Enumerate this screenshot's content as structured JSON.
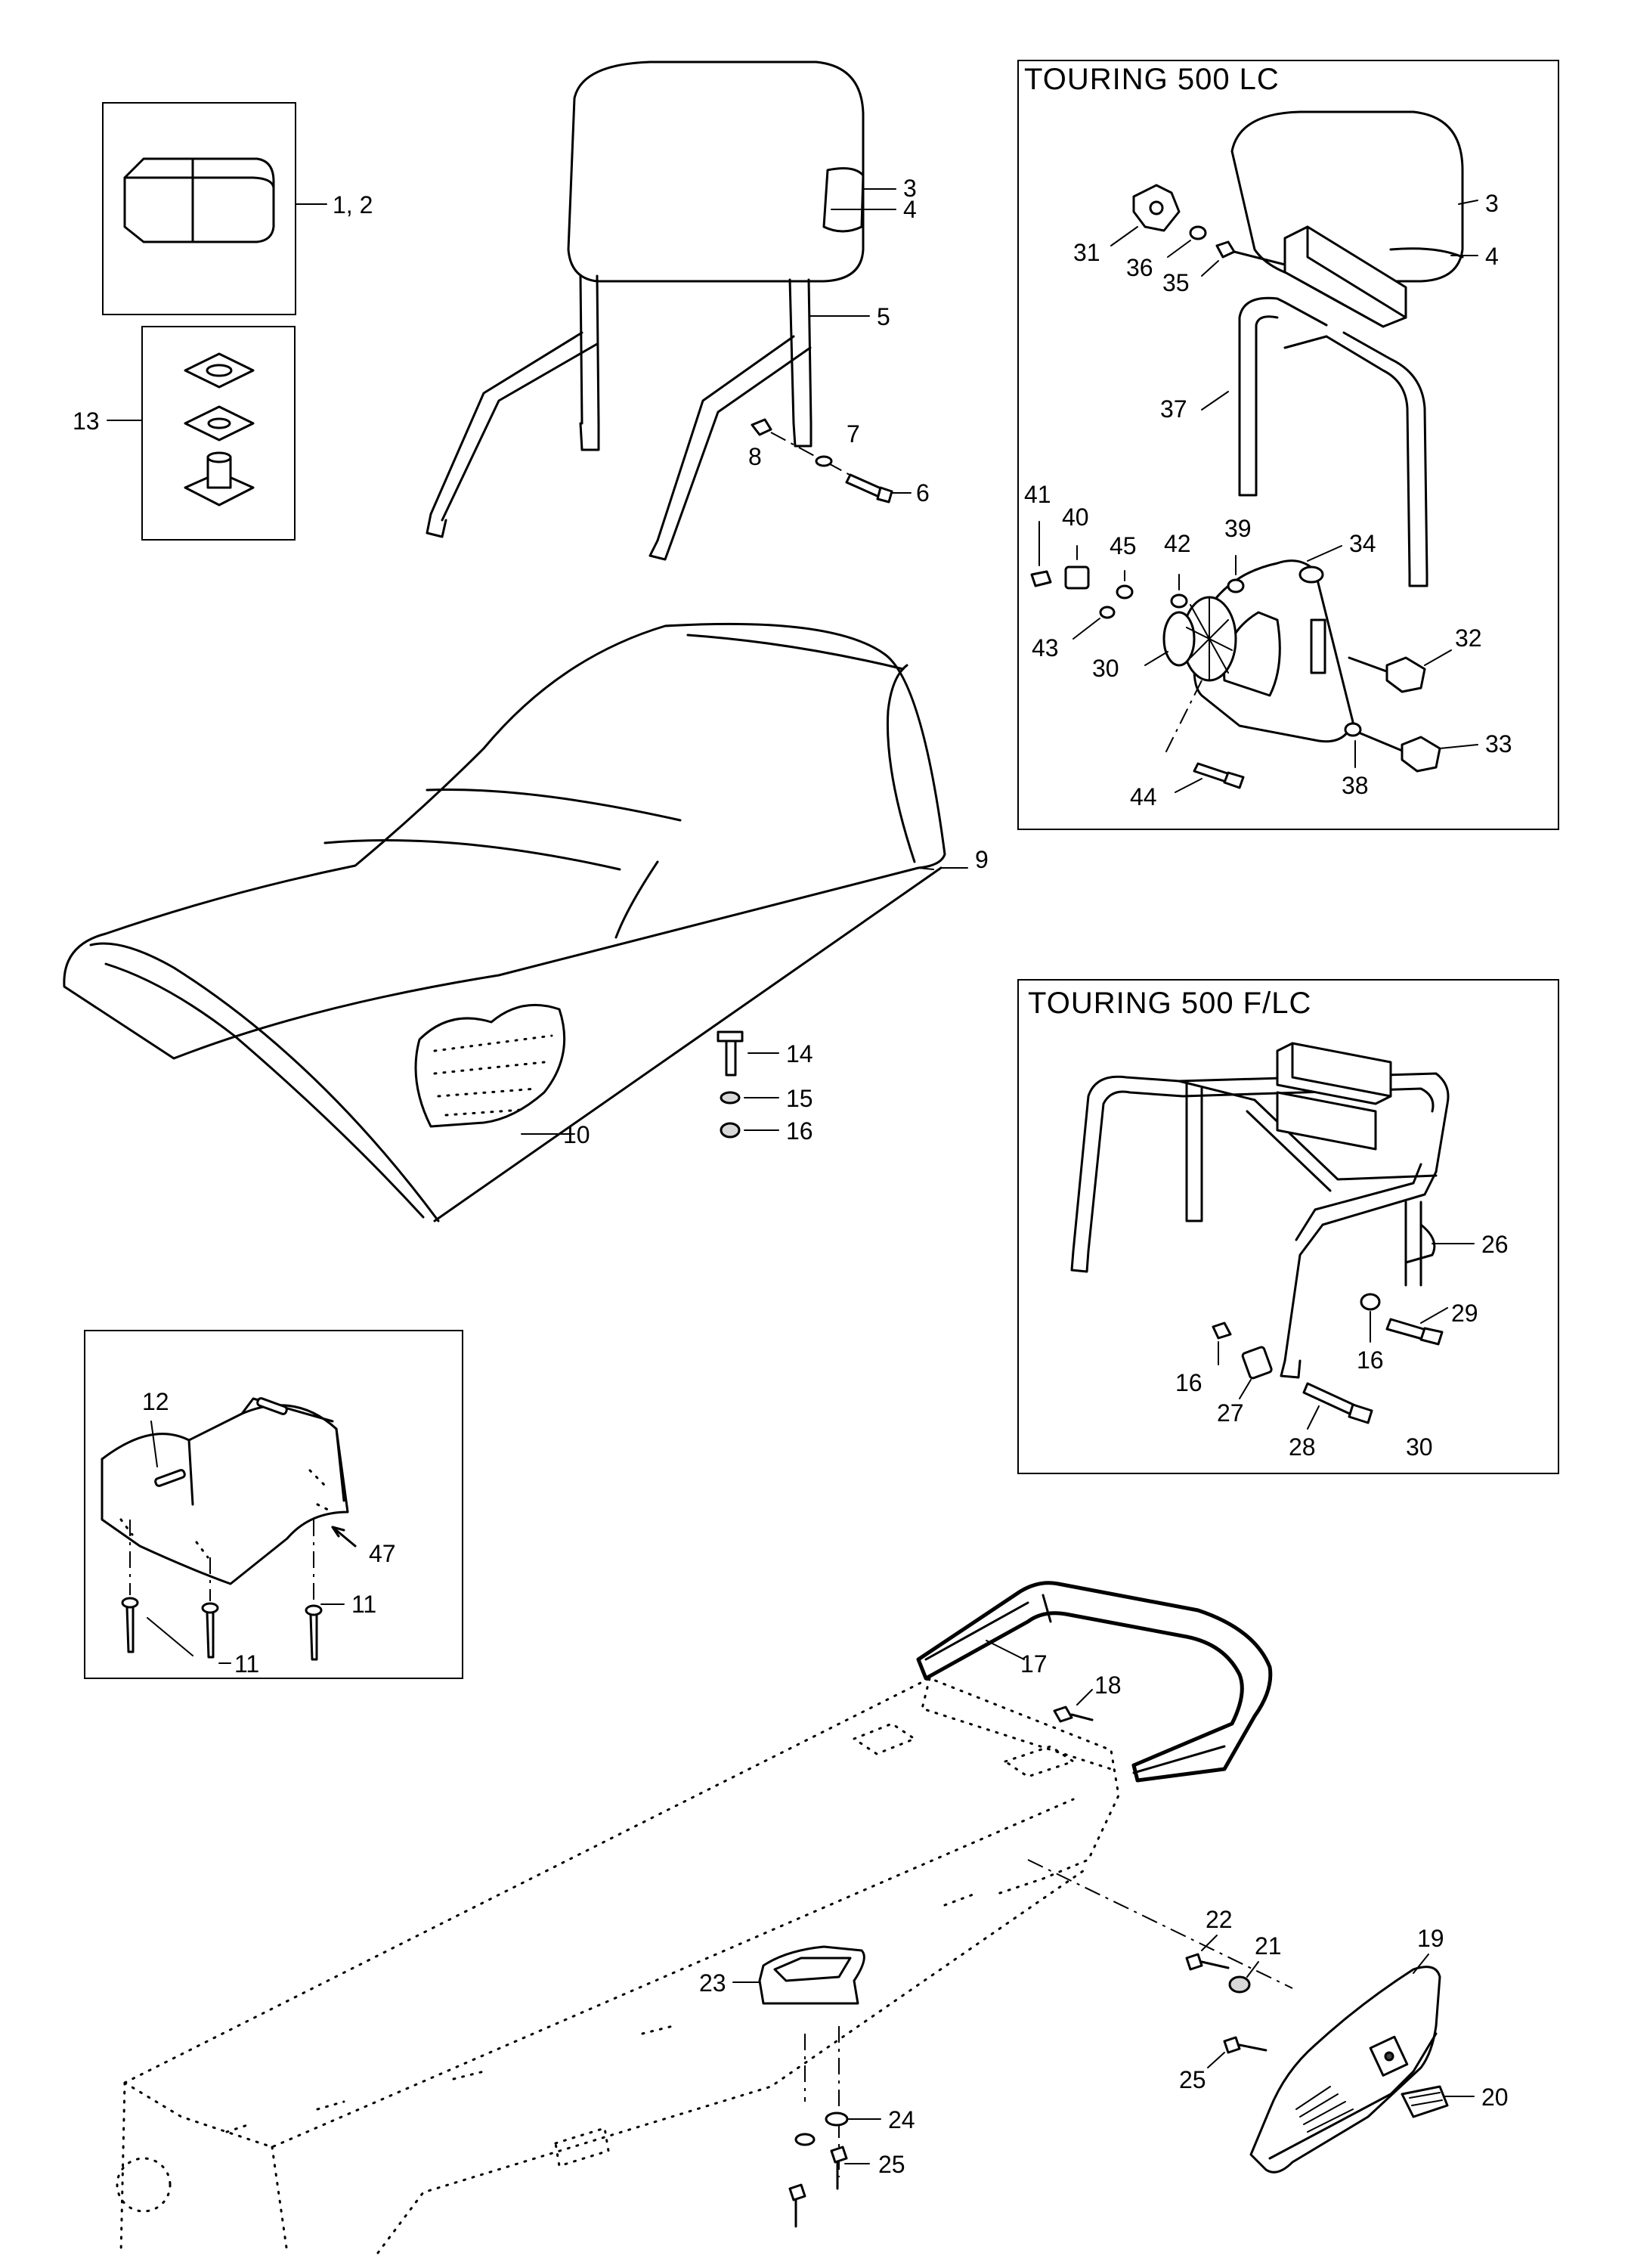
{
  "boxes": {
    "touring_lc_title": "TOURING 500 LC",
    "touring_flc_title": "TOURING 500 F/LC"
  },
  "callouts": {
    "c_1_2": "1, 2",
    "c_3a": "3",
    "c_4a": "4",
    "c_5": "5",
    "c_6": "6",
    "c_7": "7",
    "c_8": "8",
    "c_9": "9",
    "c_10": "10",
    "c_11a": "11",
    "c_11b": "11",
    "c_12": "12",
    "c_13": "13",
    "c_14": "14",
    "c_15": "15",
    "c_16a": "16",
    "c_16b": "16",
    "c_16c": "16",
    "c_17": "17",
    "c_18": "18",
    "c_19": "19",
    "c_20": "20",
    "c_21": "21",
    "c_22": "22",
    "c_23": "23",
    "c_24": "24",
    "c_25a": "25",
    "c_25b": "25",
    "c_26": "26",
    "c_27": "27",
    "c_28": "28",
    "c_29": "29",
    "c_30a": "30",
    "c_30b": "30",
    "c_31": "31",
    "c_32": "32",
    "c_33": "33",
    "c_34": "34",
    "c_35": "35",
    "c_36": "36",
    "c_37": "37",
    "c_38": "38",
    "c_39": "39",
    "c_40": "40",
    "c_41": "41",
    "c_42": "42",
    "c_43": "43",
    "c_44": "44",
    "c_45": "45",
    "c_3b": "3",
    "c_4b": "4",
    "c_47": "47"
  }
}
